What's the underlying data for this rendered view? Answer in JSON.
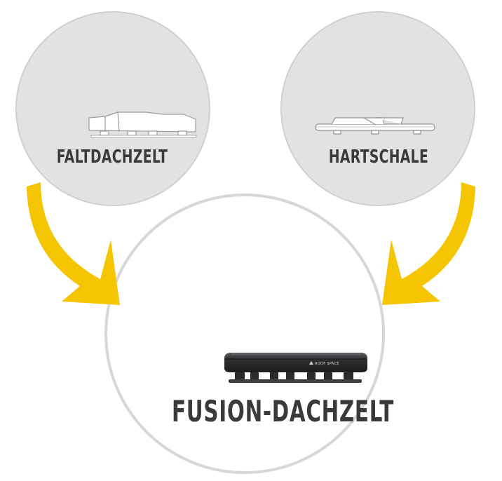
{
  "diagram": {
    "nodes": [
      {
        "id": "faltdachzelt",
        "label": "FALTDACHZELT",
        "icon": "folding-roof-tent-icon"
      },
      {
        "id": "hartschale",
        "label": "HARTSCHALE",
        "icon": "hardshell-roof-tent-icon"
      },
      {
        "id": "fusion",
        "label": "FUSION-DACHZELT",
        "icon": "fusion-roof-tent-photo",
        "logo_text": "ROOF SPACE"
      }
    ],
    "edges": [
      {
        "from": "faltdachzelt",
        "to": "fusion"
      },
      {
        "from": "hartschale",
        "to": "fusion"
      }
    ]
  },
  "colors": {
    "bubble_fill": "#e1e2e4",
    "bubble_outline": "#c9cacd",
    "arrow_yellow": "#f4c500",
    "label_text": "#3a3a3a",
    "tent_body": "#2b2c2e"
  }
}
